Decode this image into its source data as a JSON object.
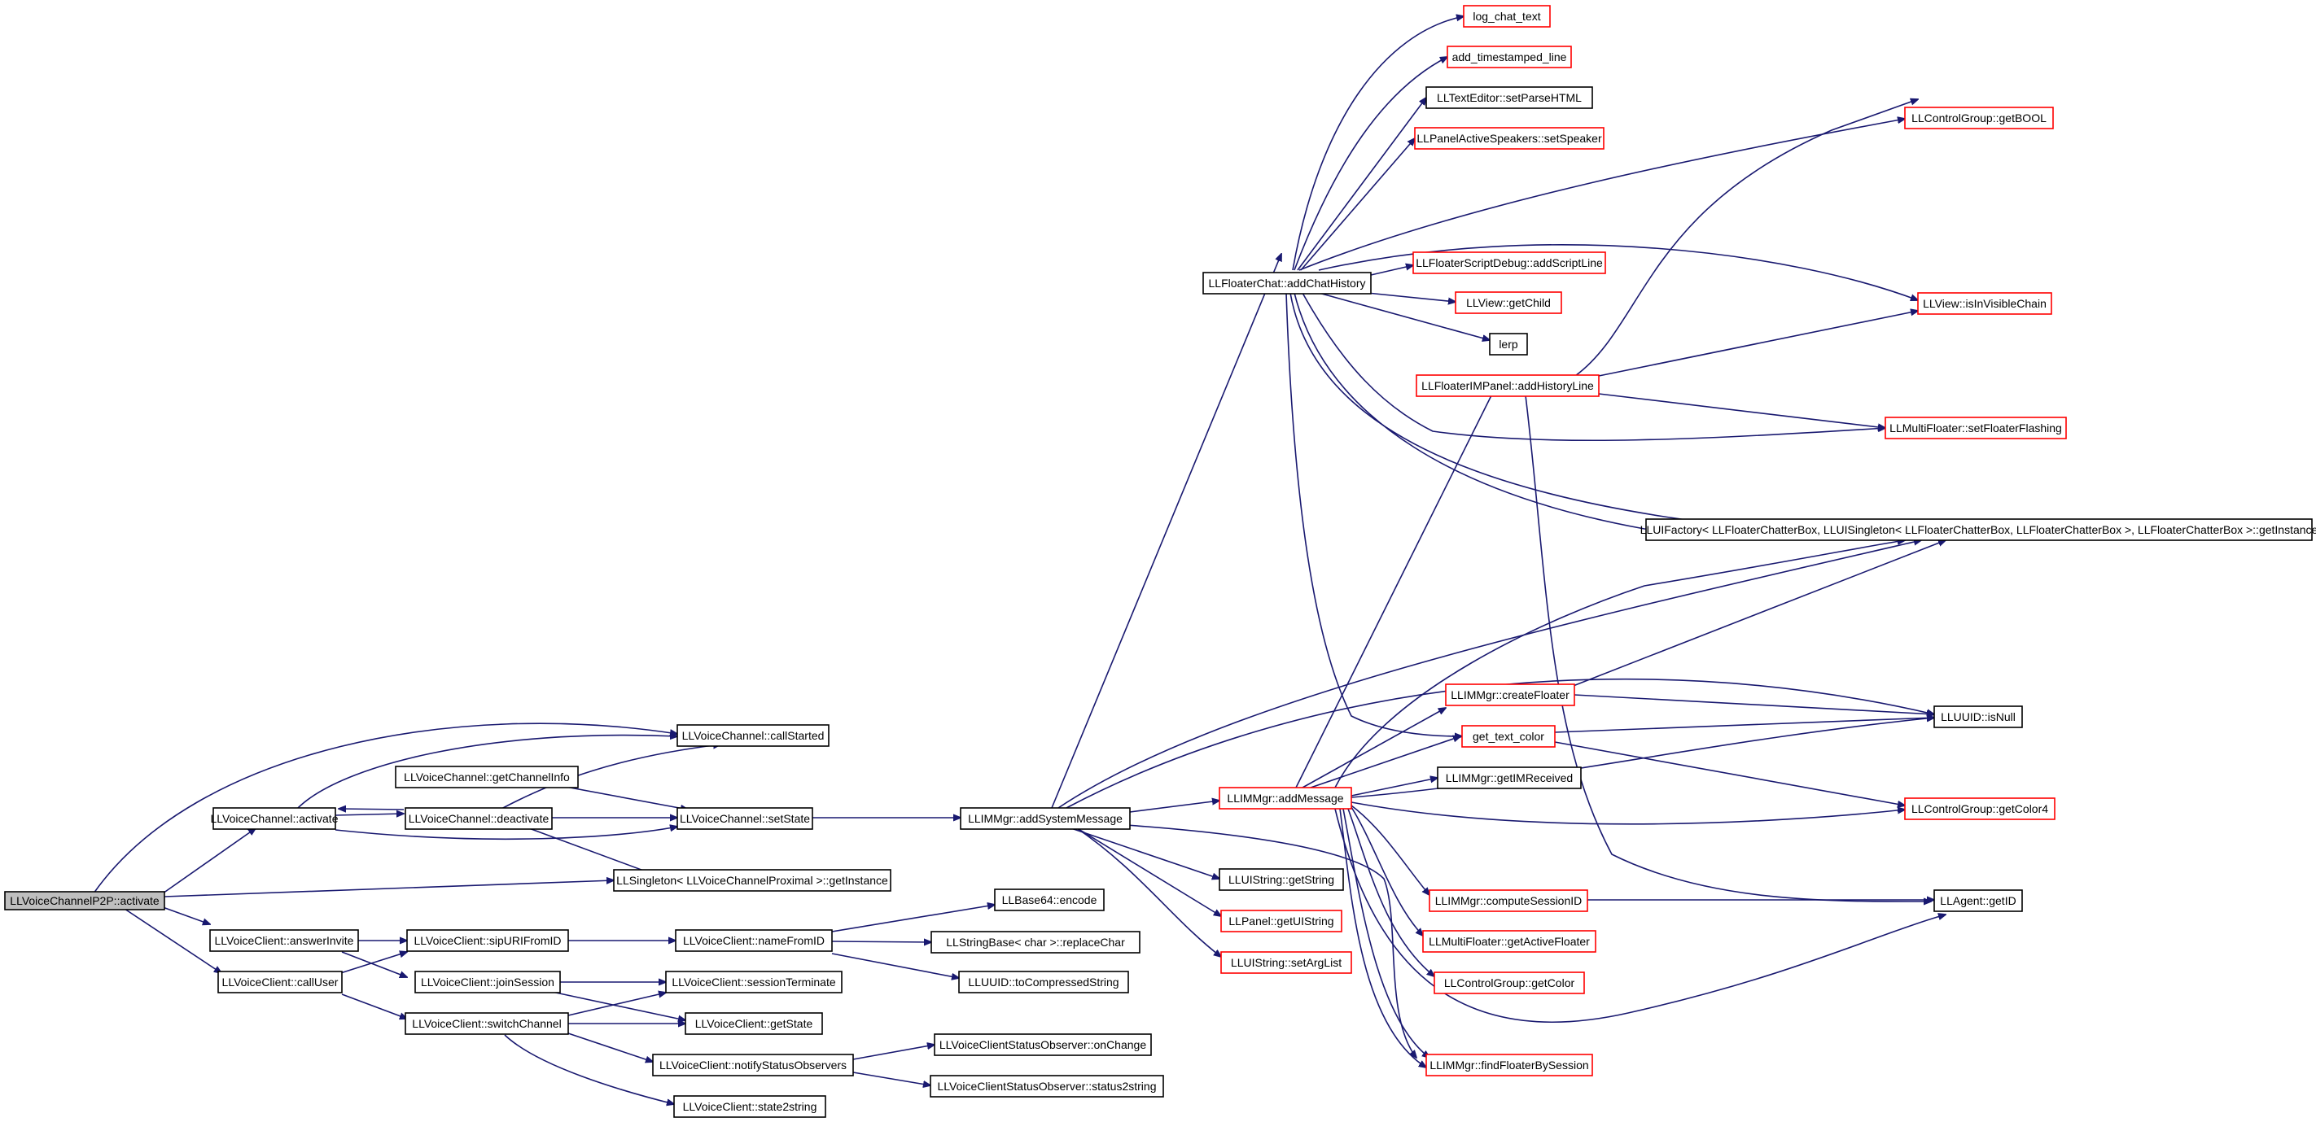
{
  "colors": {
    "edge": "#191970",
    "node_border": "#000000",
    "external_border": "#ff0000",
    "root_fill": "#bfbfbf"
  },
  "nodes": {
    "root": {
      "label": "LLVoiceChannelP2P::activate"
    },
    "vc_activate": {
      "label": "LLVoiceChannel::activate"
    },
    "vc_callStarted": {
      "label": "LLVoiceChannel::callStarted"
    },
    "vc_getChannelInfo": {
      "label": "LLVoiceChannel::getChannelInfo"
    },
    "vc_deactivate": {
      "label": "LLVoiceChannel::deactivate"
    },
    "vc_setState": {
      "label": "LLVoiceChannel::setState"
    },
    "singleton_prox": {
      "label": "LLSingleton< LLVoiceChannelProximal >::getInstance"
    },
    "vcl_answerInvite": {
      "label": "LLVoiceClient::answerInvite"
    },
    "vcl_callUser": {
      "label": "LLVoiceClient::callUser"
    },
    "vcl_sipURIFromID": {
      "label": "LLVoiceClient::sipURIFromID"
    },
    "vcl_joinSession": {
      "label": "LLVoiceClient::joinSession"
    },
    "vcl_switchChannel": {
      "label": "LLVoiceClient::switchChannel"
    },
    "vcl_nameFromID": {
      "label": "LLVoiceClient::nameFromID"
    },
    "vcl_sessionTerminate": {
      "label": "LLVoiceClient::sessionTerminate"
    },
    "vcl_getState": {
      "label": "LLVoiceClient::getState"
    },
    "vcl_notifyStatusObservers": {
      "label": "LLVoiceClient::notifyStatusObservers"
    },
    "vcl_state2string": {
      "label": "LLVoiceClient::state2string"
    },
    "base64_encode": {
      "label": "LLBase64::encode"
    },
    "stringbase_replaceChar": {
      "label": "LLStringBase< char >::replaceChar"
    },
    "uuid_toCompressedString": {
      "label": "LLUUID::toCompressedString"
    },
    "vcso_onChange": {
      "label": "LLVoiceClientStatusObserver::onChange"
    },
    "vcso_status2string": {
      "label": "LLVoiceClientStatusObserver::status2string"
    },
    "im_addSystemMessage": {
      "label": "LLIMMgr::addSystemMessage"
    },
    "im_addMessage": {
      "label": "LLIMMgr::addMessage"
    },
    "uistring_getString": {
      "label": "LLUIString::getString"
    },
    "panel_getUIString": {
      "label": "LLPanel::getUIString"
    },
    "uistring_setArgList": {
      "label": "LLUIString::setArgList"
    },
    "fc_addChatHistory": {
      "label": "LLFloaterChat::addChatHistory"
    },
    "log_chat_text": {
      "label": "log_chat_text"
    },
    "add_timestamped_line": {
      "label": "add_timestamped_line"
    },
    "te_setParseHTML": {
      "label": "LLTextEditor::setParseHTML"
    },
    "pas_setSpeaker": {
      "label": "LLPanelActiveSpeakers::setSpeaker"
    },
    "fsd_addScriptLine": {
      "label": "LLFloaterScriptDebug::addScriptLine"
    },
    "view_getChild": {
      "label": "LLView::getChild"
    },
    "lerp": {
      "label": "lerp"
    },
    "fimp_addHistoryLine": {
      "label": "LLFloaterIMPanel::addHistoryLine"
    },
    "im_createFloater": {
      "label": "LLIMMgr::createFloater"
    },
    "get_text_color": {
      "label": "get_text_color"
    },
    "im_getIMReceived": {
      "label": "LLIMMgr::getIMReceived"
    },
    "im_computeSessionID": {
      "label": "LLIMMgr::computeSessionID"
    },
    "mf_getActiveFloater": {
      "label": "LLMultiFloater::getActiveFloater"
    },
    "cg_getColor": {
      "label": "LLControlGroup::getColor"
    },
    "im_findFloaterBySession": {
      "label": "LLIMMgr::findFloaterBySession"
    },
    "cg_getBOOL": {
      "label": "LLControlGroup::getBOOL"
    },
    "view_isInVisibleChain": {
      "label": "LLView::isInVisibleChain"
    },
    "mf_setFloaterFlashing": {
      "label": "LLMultiFloater::setFloaterFlashing"
    },
    "uifactory_getInstance": {
      "label": "LLUIFactory< LLFloaterChatterBox, LLUISingleton< LLFloaterChatterBox, LLFloaterChatterBox >, LLFloaterChatterBox >::getInstance"
    },
    "uuid_isNull": {
      "label": "LLUUID::isNull"
    },
    "cg_getColor4": {
      "label": "LLControlGroup::getColor4"
    },
    "agent_getID": {
      "label": "LLAgent::getID"
    }
  }
}
